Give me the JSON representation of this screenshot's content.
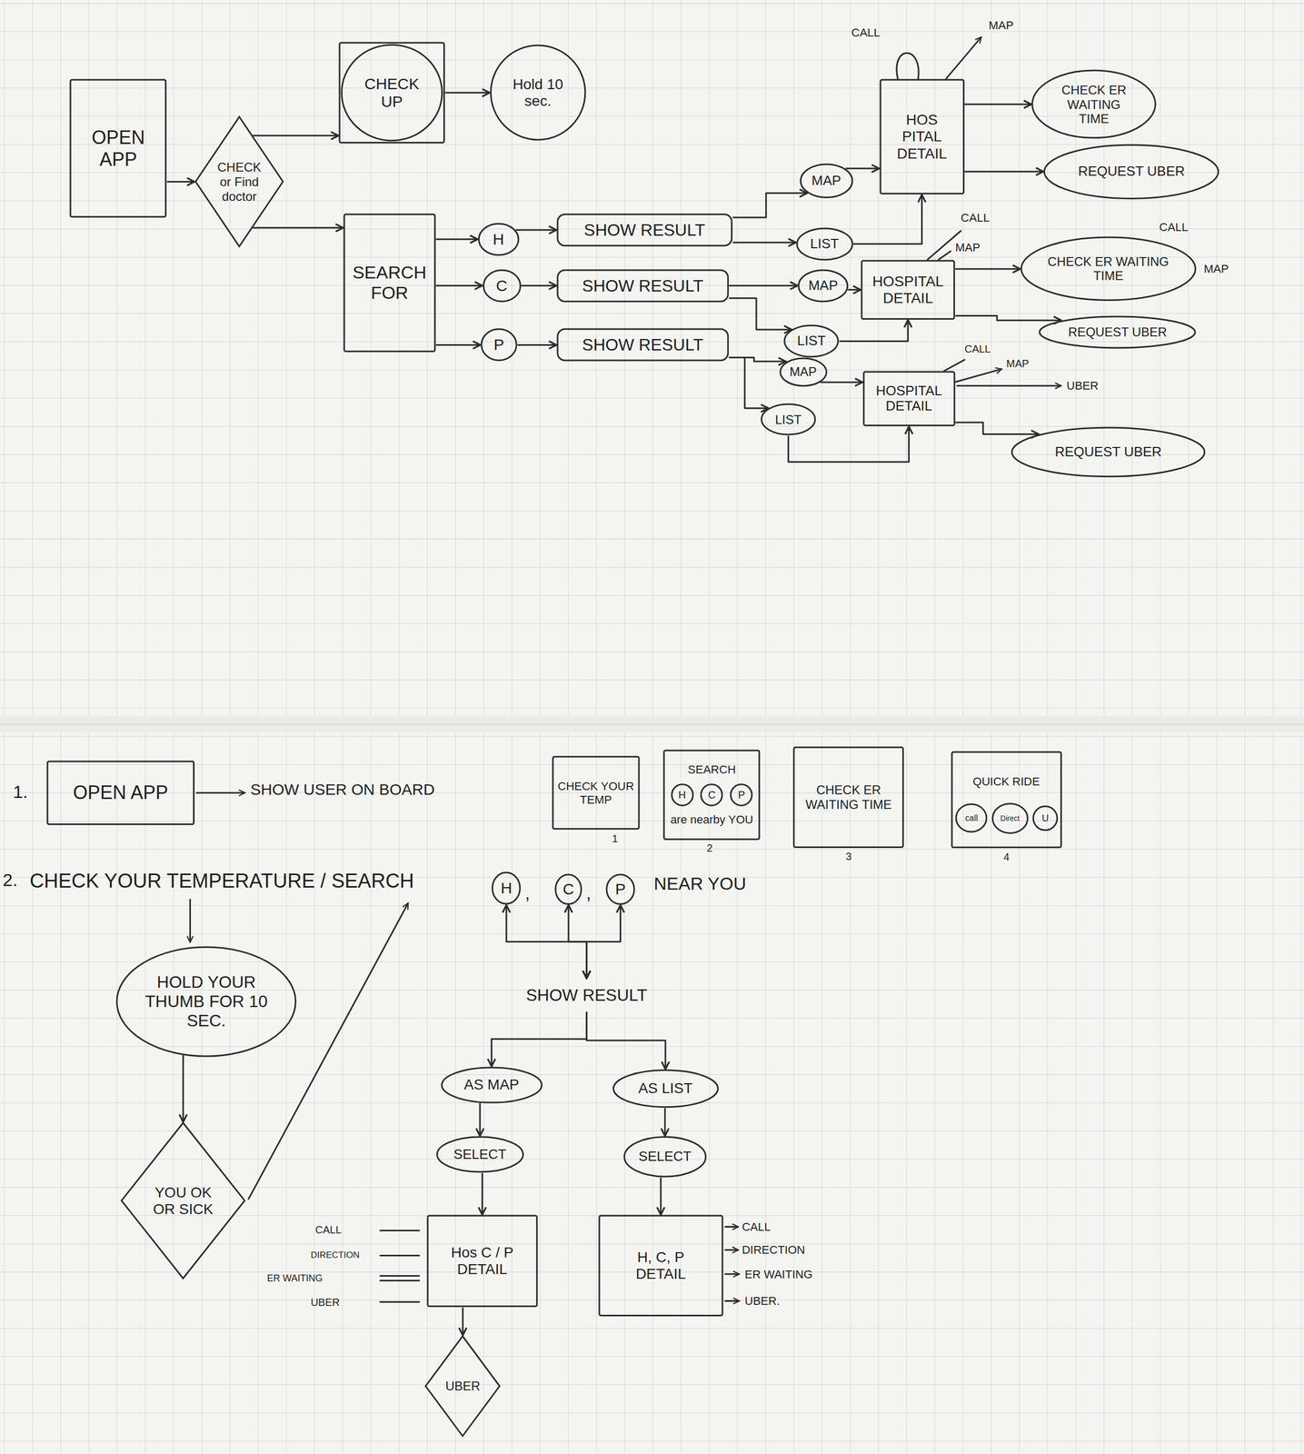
{
  "diagram": {
    "nodes": [
      {
        "text": [
          "OPEN APP"
        ]
      },
      {
        "text": [
          "CHECK or Find doctor"
        ]
      },
      {
        "text": [
          "CHECK UP"
        ]
      },
      {
        "text": [
          "Hold 10 sec."
        ]
      },
      {
        "text": [
          "SEARCH FOR"
        ]
      },
      {
        "text": [
          "H"
        ]
      },
      {
        "text": [
          "C"
        ]
      },
      {
        "text": [
          "P"
        ]
      },
      {
        "text": [
          "SHOW RESULT"
        ]
      },
      {
        "text": [
          "SHOW RESULT"
        ]
      },
      {
        "text": [
          "SHOW RESULT"
        ]
      },
      {
        "text": [
          "MAP"
        ]
      },
      {
        "text": [
          "LIST"
        ]
      },
      {
        "text": [
          "HOS PITAL DETAIL"
        ]
      },
      {
        "text": [
          "CHECK ER WAITING TIME"
        ]
      },
      {
        "text": [
          "REQUEST UBER"
        ]
      },
      {
        "text": [
          "MAP"
        ]
      },
      {
        "text": [
          "LIST"
        ]
      },
      {
        "text": [
          "HOSPITAL DETAIL"
        ]
      },
      {
        "text": [
          "CHECK ER WAITING TIME"
        ]
      },
      {
        "text": [
          "REQUEST UBER"
        ]
      },
      {
        "text": [
          "MAP"
        ]
      },
      {
        "text": [
          "LIST"
        ]
      },
      {
        "text": [
          "HOSPITAL DETAIL"
        ]
      },
      {
        "text": [
          "REQUEST UBER"
        ]
      },
      {
        "text": [
          "OPEN APP"
        ]
      },
      {
        "text": [
          "CHECK YOUR TEMP"
        ]
      },
      {
        "text": [
          "SEARCH",
          "are nearby YOU"
        ]
      },
      {
        "text": [
          "H"
        ],
        "in": 27
      },
      {
        "text": [
          "C"
        ],
        "in": 27
      },
      {
        "text": [
          "P"
        ],
        "in": 27
      },
      {
        "text": [
          "CHECK ER WAITING TIME"
        ]
      },
      {
        "text": [
          "QUICK RIDE"
        ]
      },
      {
        "text": [
          "call"
        ],
        "in": 32
      },
      {
        "text": [
          "Direct"
        ],
        "in": 32
      },
      {
        "text": [
          "U"
        ],
        "in": 32
      },
      {
        "text": [
          "H"
        ]
      },
      {
        "text": [
          "C"
        ]
      },
      {
        "text": [
          "P"
        ]
      },
      {
        "text": [
          "HOLD YOUR THUMB FOR 10 SEC."
        ]
      },
      {
        "text": [
          "SHOW RESULT"
        ]
      },
      {
        "text": [
          "AS MAP"
        ]
      },
      {
        "text": [
          "AS LIST"
        ]
      },
      {
        "text": [
          "YOU OK OR SICK"
        ]
      },
      {
        "text": [
          "SELECT"
        ]
      },
      {
        "text": [
          "SELECT"
        ]
      },
      {
        "text": [
          "Hos C / P",
          "DETAIL"
        ]
      },
      {
        "text": [
          "H, C, P",
          "DETAIL"
        ]
      },
      {
        "text": [
          "UBER"
        ]
      }
    ],
    "edges": [
      {
        "from": 0,
        "to": 1,
        "arrow": "to"
      },
      {
        "from": 1,
        "to": 2,
        "arrow": "to"
      },
      {
        "from": 2,
        "to": 3,
        "arrow": "to"
      },
      {
        "from": 1,
        "to": 4,
        "arrow": "to"
      },
      {
        "from": 4,
        "to": 5,
        "arrow": "to"
      },
      {
        "from": 4,
        "to": 6,
        "arrow": "to"
      },
      {
        "from": 4,
        "to": 7,
        "arrow": "to"
      },
      {
        "from": 5,
        "to": 8,
        "arrow": "to"
      },
      {
        "from": 6,
        "to": 9,
        "arrow": "to"
      },
      {
        "from": 7,
        "to": 10,
        "arrow": "to"
      },
      {
        "from": 8,
        "to": 11,
        "arrow": "to"
      },
      {
        "from": 8,
        "to": 12,
        "arrow": "to"
      },
      {
        "from": 11,
        "to": 13,
        "arrow": "to"
      },
      {
        "from": 12,
        "to": 13,
        "arrow": "to"
      },
      {
        "from": 13,
        "to": 14,
        "arrow": "to"
      },
      {
        "from": 13,
        "to": 15,
        "arrow": "to"
      },
      {
        "from": 9,
        "to": 16,
        "arrow": "to"
      },
      {
        "from": 9,
        "to": 17,
        "arrow": "to"
      },
      {
        "from": 16,
        "to": 18,
        "arrow": "to"
      },
      {
        "from": 17,
        "to": 18,
        "arrow": "to"
      },
      {
        "from": 18,
        "to": 19,
        "arrow": "to"
      },
      {
        "from": 18,
        "to": 20,
        "arrow": "to"
      },
      {
        "from": 10,
        "to": 21,
        "arrow": "to"
      },
      {
        "from": 10,
        "to": 22,
        "arrow": "to"
      },
      {
        "from": 21,
        "to": 23,
        "arrow": "to"
      },
      {
        "from": 22,
        "to": 23,
        "arrow": "to"
      },
      {
        "from": 23,
        "to": 24,
        "arrow": "to"
      },
      {
        "from": 39,
        "to": 43,
        "arrow": "to"
      },
      {
        "from": 36,
        "to": 40,
        "arrow": "both"
      },
      {
        "from": 37,
        "to": 40,
        "arrow": "both"
      },
      {
        "from": 38,
        "to": 40,
        "arrow": "both"
      },
      {
        "from": 40,
        "to": 41,
        "arrow": "to"
      },
      {
        "from": 40,
        "to": 42,
        "arrow": "to"
      },
      {
        "from": 41,
        "to": 44,
        "arrow": "to"
      },
      {
        "from": 42,
        "to": 45,
        "arrow": "to"
      },
      {
        "from": 44,
        "to": 46,
        "arrow": "to"
      },
      {
        "from": 45,
        "to": 47,
        "arrow": "to"
      },
      {
        "from": 46,
        "to": 48,
        "arrow": "to"
      }
    ],
    "labels": [
      "CALL",
      "MAP",
      "CALL",
      "MAP",
      "CALL",
      "MAP",
      "CALL",
      "MAP",
      "UBER",
      "1.",
      "SHOW USER ON BOARD",
      "1",
      "2",
      "3",
      "4",
      "2.",
      "CHECK YOUR TEMPERATURE / SEARCH",
      ",",
      ",",
      "NEAR YOU",
      "CALL",
      "DIRECTION",
      "ER WAITING",
      "UBER",
      "CALL",
      "DIRECTION",
      "ER WAITING",
      "UBER."
    ]
  }
}
